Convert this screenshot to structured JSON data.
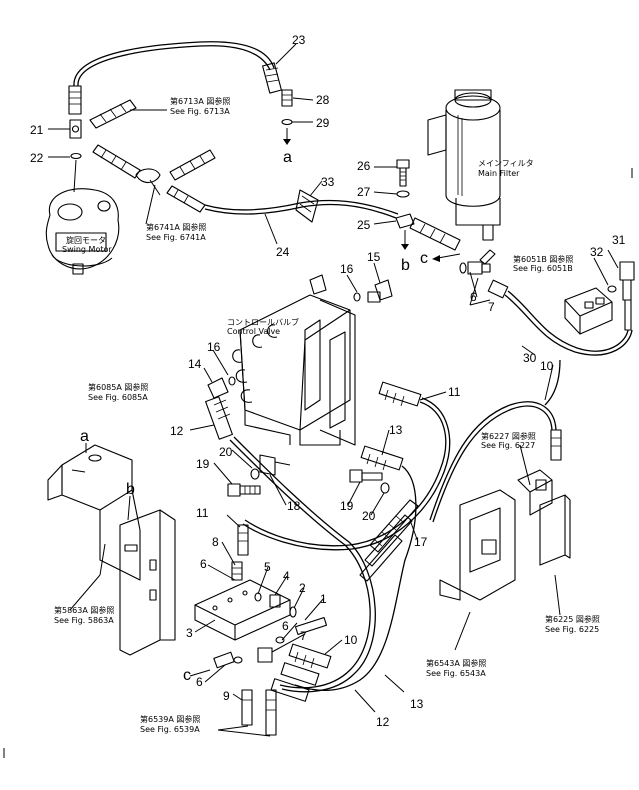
{
  "part_numbers": {
    "n1": "1",
    "n2": "2",
    "n3": "3",
    "n4": "4",
    "n5": "5",
    "n6a": "6",
    "n6b": "6",
    "n6c": "6",
    "n6d": "6",
    "n7a": "7",
    "n7b": "7",
    "n8": "8",
    "n9": "9",
    "n10a": "10",
    "n10b": "10",
    "n11a": "11",
    "n11b": "11",
    "n12a": "12",
    "n12b": "12",
    "n13a": "13",
    "n13b": "13",
    "n14": "14",
    "n15": "15",
    "n16a": "16",
    "n16b": "16",
    "n17": "17",
    "n18": "18",
    "n19a": "19",
    "n19b": "19",
    "n20a": "20",
    "n20b": "20",
    "n21": "21",
    "n22": "22",
    "n23": "23",
    "n24": "24",
    "n25": "25",
    "n26": "26",
    "n27": "27",
    "n28": "28",
    "n29": "29",
    "n30": "30",
    "n31": "31",
    "n32": "32",
    "n33": "33"
  },
  "letters": {
    "a_top": "a",
    "b_top": "b",
    "c_top": "c",
    "a_bracket": "a",
    "b_bracket": "b",
    "c_bottom": "c"
  },
  "refs": {
    "fig6713_jp": "第6713A 図参照",
    "fig6713_en": "See Fig. 6713A",
    "fig6741_jp": "第6741A 図参照",
    "fig6741_en": "See Fig. 6741A",
    "swing_jp": "旋回モータ",
    "swing_en": "Swing Motor",
    "main_filter_jp": "メインフィルタ",
    "main_filter_en": "Main Filter",
    "fig6051_jp": "第6051B 図参照",
    "fig6051_en": "See Fig. 6051B",
    "control_valve_jp": "コントロールバルブ",
    "control_valve_en": "Control Valve",
    "fig6085_jp": "第6085A 図参照",
    "fig6085_en": "See Fig. 6085A",
    "fig6227_jp": "第6227 図参照",
    "fig6227_en": "See Fig. 6227",
    "fig5863_jp": "第5863A 図参照",
    "fig5863_en": "See Fig. 5863A",
    "fig6225_jp": "第6225 図参照",
    "fig6225_en": "See Fig. 6225",
    "fig6543_jp": "第6543A 図参照",
    "fig6543_en": "See Fig. 6543A",
    "fig6539_jp": "第6539A 図参照",
    "fig6539_en": "See Fig. 6539A"
  }
}
